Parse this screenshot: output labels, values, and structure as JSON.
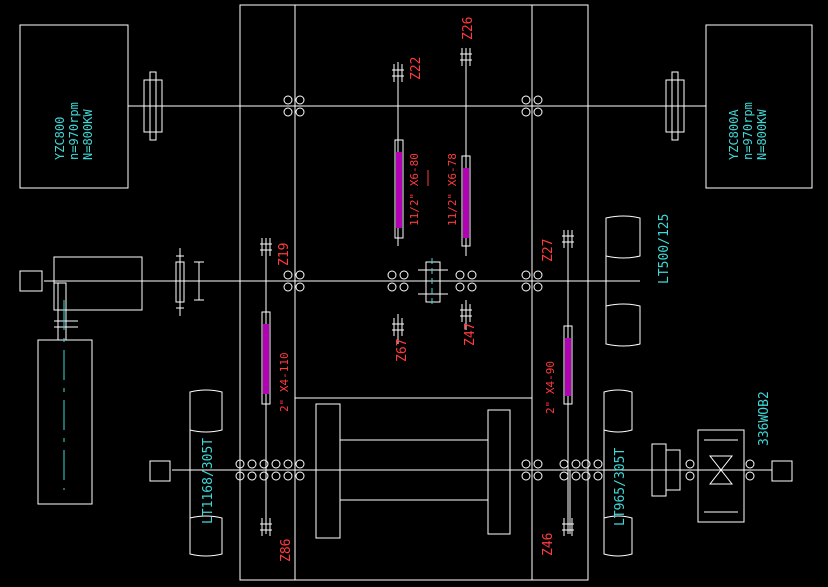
{
  "motors": [
    {
      "model": "YZC800",
      "speed": "n=970rpm",
      "power": "N=800KW"
    },
    {
      "model": "YZC800A",
      "speed": "n=970rpm",
      "power": "N=800KW"
    }
  ],
  "gears": {
    "z19": "Z19",
    "z22": "Z22",
    "z26": "Z26",
    "z27": "Z27",
    "z46": "Z46",
    "z47": "Z47",
    "z67": "Z67",
    "z86": "Z86"
  },
  "chains": {
    "c1": "11/2\" X6-80",
    "c2": "11/2\" X6-78",
    "c3": "2\" X4-110",
    "c4": "2\" X4-90"
  },
  "brakes": {
    "b1": "LT500/125",
    "b2": "LT1168/305T",
    "b3": "LT965/305T",
    "b4": "336WOB2"
  },
  "colors": {
    "line": "#ffffff",
    "label_cyan": "#3fd7d7",
    "label_red": "#ff3b3b",
    "chain": "#b400b4"
  }
}
